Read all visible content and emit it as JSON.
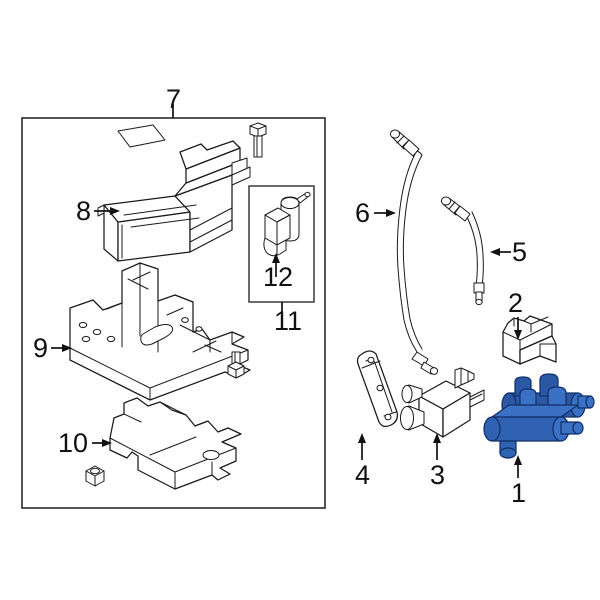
{
  "diagram": {
    "title": "EVAP Emission System Exploded Parts Diagram",
    "background_color": "#ffffff",
    "line_color": "#1a1a1a",
    "highlight_color": "#2f62b3",
    "highlight_part": "1",
    "group_frame_label": "7",
    "inset_frame_label": "11"
  },
  "callouts": [
    {
      "id": "1",
      "label": "1",
      "part": "vapor-canister-purge-valve-assembly",
      "highlighted": true
    },
    {
      "id": "2",
      "label": "2",
      "part": "bracket",
      "highlighted": false
    },
    {
      "id": "3",
      "label": "3",
      "part": "purge-control-solenoid-valve",
      "highlighted": false
    },
    {
      "id": "4",
      "label": "4",
      "part": "mounting-strap-bracket",
      "highlighted": false
    },
    {
      "id": "5",
      "label": "5",
      "part": "short-vapor-hose",
      "highlighted": false
    },
    {
      "id": "6",
      "label": "6",
      "part": "long-vapor-hose",
      "highlighted": false
    },
    {
      "id": "7",
      "label": "7",
      "part": "canister-assembly-group",
      "highlighted": false
    },
    {
      "id": "8",
      "label": "8",
      "part": "vapor-canister",
      "highlighted": false
    },
    {
      "id": "9",
      "label": "9",
      "part": "canister-mounting-tray",
      "highlighted": false
    },
    {
      "id": "10",
      "label": "10",
      "part": "canister-lower-cover-shield",
      "highlighted": false
    },
    {
      "id": "11",
      "label": "11",
      "part": "inset-detail-group",
      "highlighted": false
    },
    {
      "id": "12",
      "label": "12",
      "part": "canister-close-valve",
      "highlighted": false
    }
  ]
}
